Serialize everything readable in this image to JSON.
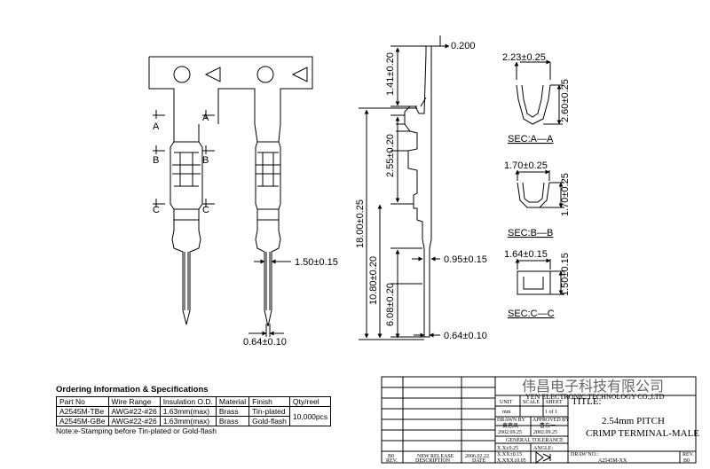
{
  "dimensions": {
    "top_thickness": "0.200",
    "upper_height": "1.41±0.20",
    "crimp_height": "2.55±0.20",
    "total_length": "18.00±0.25",
    "lower_length": "10.80±0.20",
    "pin_length": "6.08±0.20",
    "offset_1": "0.95±0.15",
    "pin_thickness": "0.64±0.10",
    "pitch": "1.50±0.15",
    "pin_width": "0.64±0.10"
  },
  "section_labels": {
    "a": "A",
    "b": "B",
    "c": "C"
  },
  "sections": [
    {
      "title": "SEC:A—A",
      "width": "2.23±0.25",
      "height": "2.60±0.25"
    },
    {
      "title": "SEC:B—B",
      "width": "1.70±0.25",
      "height": "1.70±0.25"
    },
    {
      "title": "SEC:C—C",
      "width": "1.64±0.15",
      "height": "1.50±0.15"
    }
  ],
  "spec": {
    "title": "Ordering Information & Specifications",
    "headers": [
      "Part No",
      "Wire Range",
      "Insulation O.D.",
      "Material",
      "Finish",
      "Qty/reel"
    ],
    "rows": [
      [
        "A2545M-TBe",
        "AWG#22-#26",
        "1.63mm(max)",
        "Brass",
        "Tin-plated"
      ],
      [
        "A2545M-GBe",
        "AWG#22-#26",
        "1.63mm(max)",
        "Brass",
        "Gold-flash"
      ]
    ],
    "qty": "10,000pcs",
    "note": "Note:e-Stamping before Tin-plated or Gold-flash"
  },
  "title_block": {
    "company_cn": "伟昌电子科技有限公司",
    "company_en": "YEN ELECTRONIC TECHNOLOGY CO.,LTD",
    "title_label": "TITLE:",
    "title_line1": "2.54mm PITCH",
    "title_line2": "CRIMP TERMINAL-MALE",
    "unit_label": "UNIT",
    "unit_value": "mm",
    "scale_label": "SCALE",
    "sheet_label": "SHEET",
    "sheet_value": "1 of 1",
    "drawn_label": "DRAWN BY",
    "drawn_name": "黄惠凤",
    "drawn_date": "2002.09.25",
    "approved_label": "APPROVED BY",
    "approved_name": "曹东一",
    "approved_date": "2002.09.25",
    "tolerance_label": "GENERAL TOLERANCE",
    "tol_1": "X.X±0.25",
    "tol_2": "X.XX±0.15",
    "tol_3": "X.XXX±0.05",
    "angle_label": "ANGLE:",
    "rev_b0": "B0",
    "rev_desc": "NEW RELEASE",
    "rev_date": "2006.02.22",
    "rev_label": "REV.",
    "desc_label": "DESCRIPTION",
    "date_label": "DATE",
    "drawno_label": "DRAW NO.:",
    "drawno_value": "A2545M-XX",
    "rev2_label": "REV.",
    "rev2_value": "B0"
  }
}
